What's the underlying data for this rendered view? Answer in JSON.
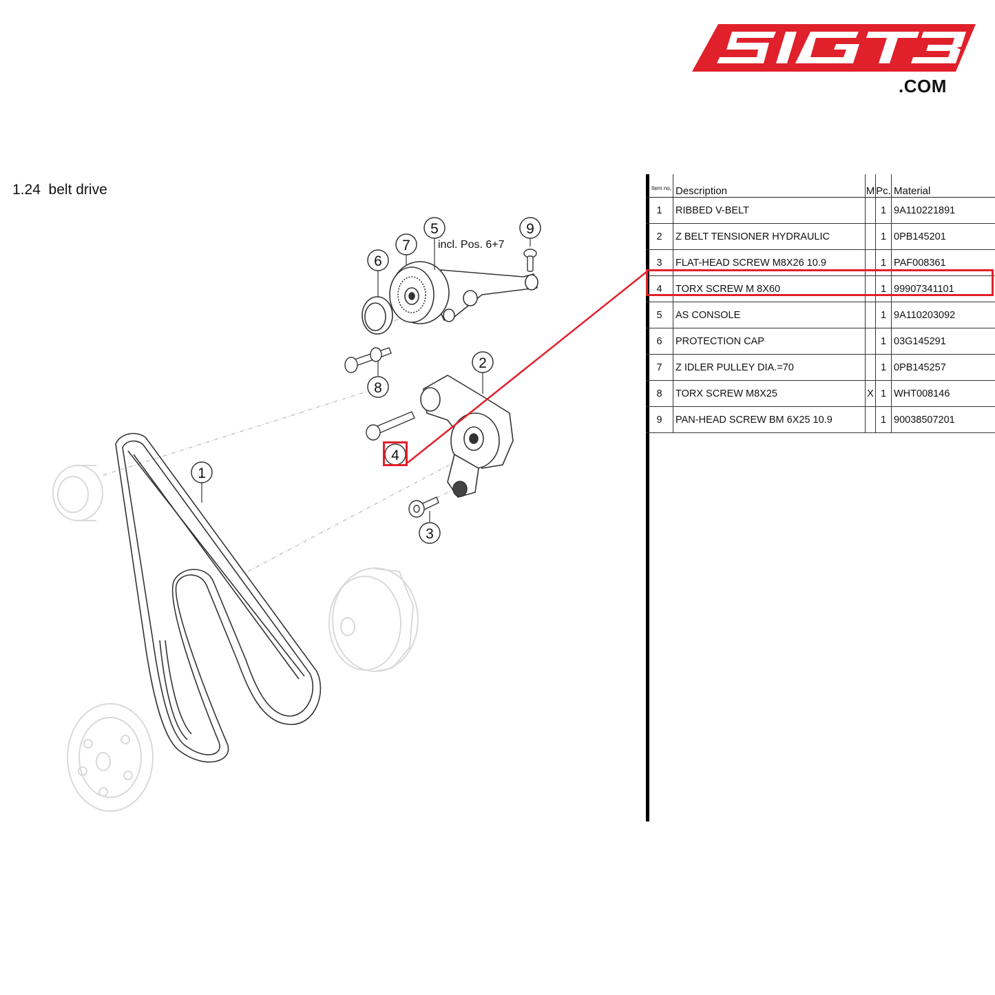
{
  "logo": {
    "mark": "SIGT3",
    "domain": ".COM"
  },
  "section": {
    "number": "1.24",
    "title": "belt drive"
  },
  "diagram": {
    "note": "incl. Pos. 6+7",
    "callouts": [
      "1",
      "2",
      "3",
      "4",
      "5",
      "6",
      "7",
      "8",
      "9"
    ],
    "highlighted_item": "4"
  },
  "table": {
    "headers": {
      "item": "Item no.",
      "description": "Description",
      "m": "M",
      "pc": "Pc.",
      "material": "Material"
    },
    "rows": [
      {
        "item": "1",
        "description": "RIBBED V-BELT",
        "m": "",
        "pc": "1",
        "material": "9A110221891"
      },
      {
        "item": "2",
        "description": "Z BELT TENSIONER HYDRAULIC",
        "m": "",
        "pc": "1",
        "material": "0PB145201"
      },
      {
        "item": "3",
        "description": "FLAT-HEAD SCREW M8X26 10.9",
        "m": "",
        "pc": "1",
        "material": "PAF008361"
      },
      {
        "item": "4",
        "description": "TORX SCREW M 8X60",
        "m": "",
        "pc": "1",
        "material": "99907341101"
      },
      {
        "item": "5",
        "description": "AS CONSOLE",
        "m": "",
        "pc": "1",
        "material": "9A110203092"
      },
      {
        "item": "6",
        "description": "PROTECTION CAP",
        "m": "",
        "pc": "1",
        "material": "03G145291"
      },
      {
        "item": "7",
        "description": "Z IDLER PULLEY DIA.=70",
        "m": "",
        "pc": "1",
        "material": "0PB145257"
      },
      {
        "item": "8",
        "description": "TORX SCREW M8X25",
        "m": "X",
        "pc": "1",
        "material": "WHT008146"
      },
      {
        "item": "9",
        "description": "PAN-HEAD SCREW BM 6X25 10.9",
        "m": "",
        "pc": "1",
        "material": "90038507201"
      }
    ]
  },
  "colors": {
    "brand_red": "#e0202a",
    "text": "#111111",
    "faded_part": "#d9d9d9"
  }
}
